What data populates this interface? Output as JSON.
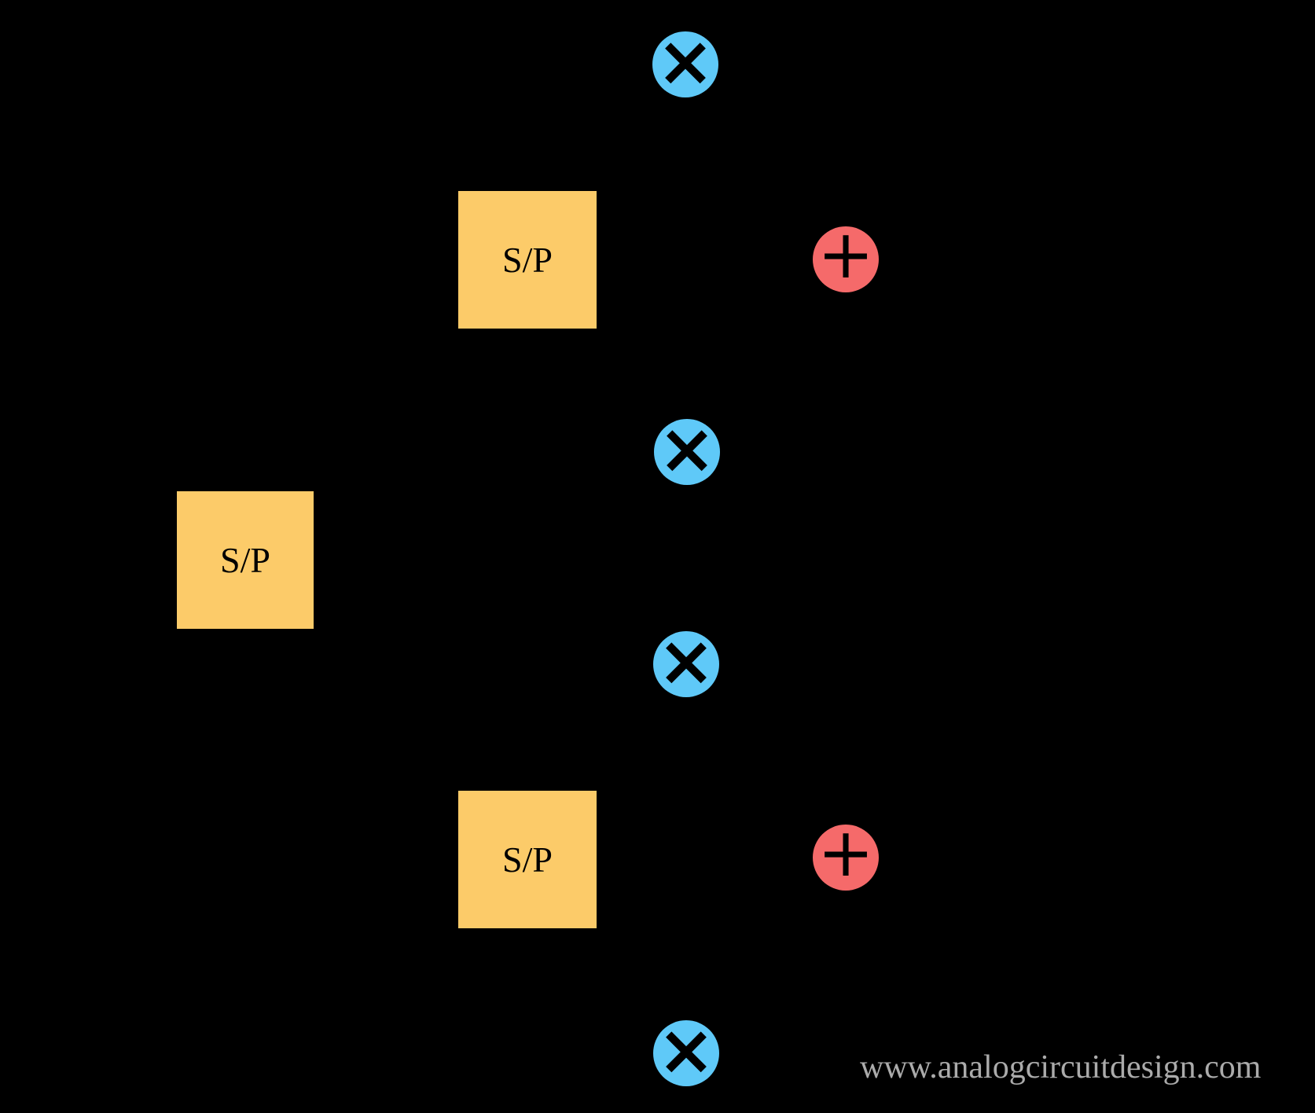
{
  "diagram": {
    "type": "block-diagram",
    "blocks": [
      {
        "label": "S/P"
      },
      {
        "label": "S/P"
      },
      {
        "label": "S/P"
      }
    ],
    "operators": {
      "multiply": "×",
      "add": "+"
    }
  },
  "watermark": {
    "text": "www.analogcircuitdesign.com"
  },
  "colors": {
    "background": "#000000",
    "block_fill": "#FCCB69",
    "multiplier_fill": "#5FC9F8",
    "adder_fill": "#F56A6A",
    "symbol_color": "#000000",
    "watermark_color": "#ABABAB"
  }
}
